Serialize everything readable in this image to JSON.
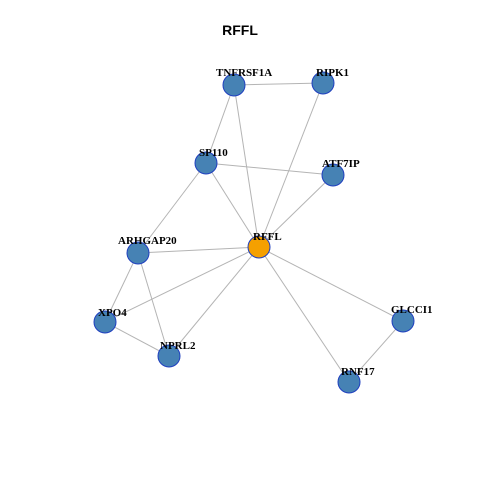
{
  "title": "RFFL",
  "nodes": [
    {
      "id": "TNFRSF1A",
      "label": "TNFRSF1A",
      "color": "#4682b4"
    },
    {
      "id": "RIPK1",
      "label": "RIPK1",
      "color": "#4682b4"
    },
    {
      "id": "SP110",
      "label": "SP110",
      "color": "#4682b4"
    },
    {
      "id": "ATF7IP",
      "label": "ATF7IP",
      "color": "#4682b4"
    },
    {
      "id": "ARHGAP20",
      "label": "ARHGAP20",
      "color": "#4682b4"
    },
    {
      "id": "RFFL",
      "label": "RFFL",
      "color": "#f5a000"
    },
    {
      "id": "XPO4",
      "label": "XPO4",
      "color": "#4682b4"
    },
    {
      "id": "NPRL2",
      "label": "NPRL2",
      "color": "#4682b4"
    },
    {
      "id": "GLCCI1",
      "label": "GLCCI1",
      "color": "#4682b4"
    },
    {
      "id": "RNF17",
      "label": "RNF17",
      "color": "#4682b4"
    }
  ],
  "edges": [
    [
      "TNFRSF1A",
      "RIPK1"
    ],
    [
      "TNFRSF1A",
      "SP110"
    ],
    [
      "TNFRSF1A",
      "RFFL"
    ],
    [
      "RIPK1",
      "RFFL"
    ],
    [
      "SP110",
      "ATF7IP"
    ],
    [
      "SP110",
      "ARHGAP20"
    ],
    [
      "SP110",
      "RFFL"
    ],
    [
      "ATF7IP",
      "RFFL"
    ],
    [
      "ARHGAP20",
      "RFFL"
    ],
    [
      "ARHGAP20",
      "XPO4"
    ],
    [
      "ARHGAP20",
      "NPRL2"
    ],
    [
      "RFFL",
      "XPO4"
    ],
    [
      "RFFL",
      "NPRL2"
    ],
    [
      "RFFL",
      "GLCCI1"
    ],
    [
      "RFFL",
      "RNF17"
    ],
    [
      "XPO4",
      "NPRL2"
    ],
    [
      "GLCCI1",
      "RNF17"
    ]
  ]
}
